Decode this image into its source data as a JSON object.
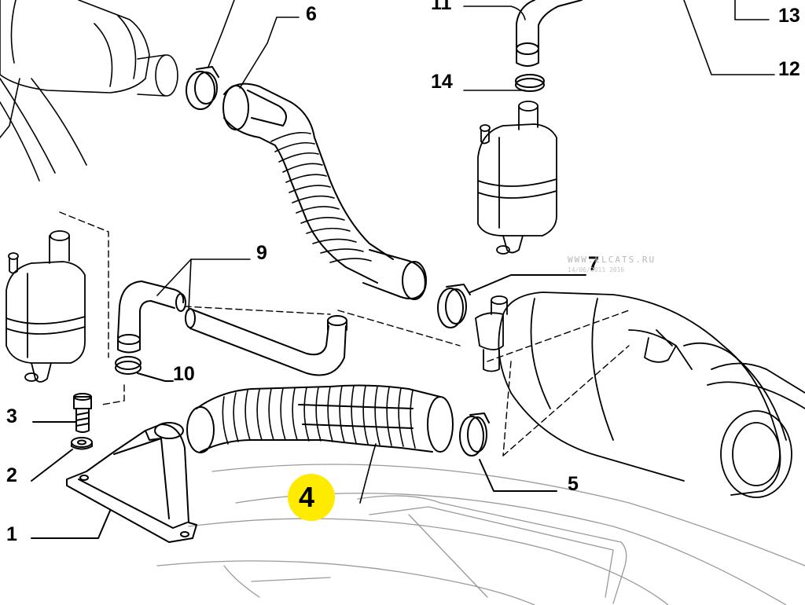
{
  "diagram": {
    "callouts": {
      "c1": "1",
      "c2": "2",
      "c3": "3",
      "c4": "4",
      "c5": "5",
      "c6": "6",
      "c7": "7",
      "c9": "9",
      "c10": "10",
      "c11": "11",
      "c12": "12",
      "c13": "13",
      "c14": "14"
    },
    "highlight_color": "#ffeb00",
    "watermark": {
      "line1": "WWW.ELCATS.RU",
      "line2": "14/06/2011 2016"
    }
  }
}
